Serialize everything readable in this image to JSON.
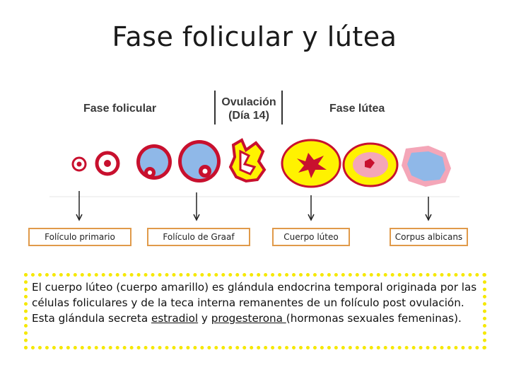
{
  "title": "Fase folicular y lútea",
  "phases": {
    "follicular": "Fase folicular",
    "ovulation_line1": "Ovulación",
    "ovulation_line2": "(Día 14)",
    "luteal": "Fase lútea"
  },
  "stage_labels": [
    "Folículo primario",
    "Folículo de Graaf",
    "Cuerpo lúteo",
    "Corpus albicans"
  ],
  "description": {
    "part1": "El cuerpo lúteo (cuerpo amarillo) es  glándula endocrina temporal originada por las células foliculares y de la teca interna remanentes de un folículo post ovulación. Esta glándula secreta  ",
    "link1": "estradiol",
    "part2": " y ",
    "link2": "progesterona ",
    "part3": "(hormonas sexuales femeninas)."
  },
  "colors": {
    "follicle_red": "#c8102e",
    "follicle_blue": "#8fb8e8",
    "lutein_yellow": "#fff200",
    "albicans_pink": "#f4a6b8",
    "box_border": "#e09a4a",
    "text_box_border": "#f5e800"
  }
}
